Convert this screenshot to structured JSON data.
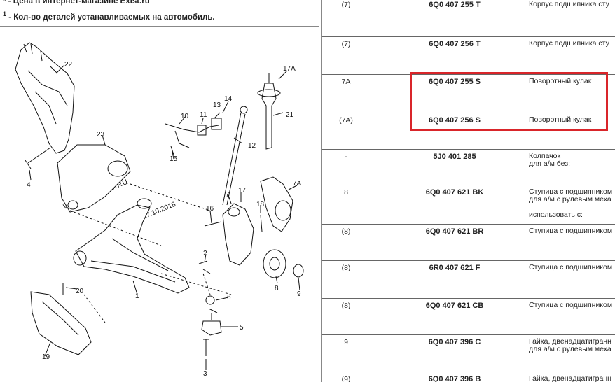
{
  "notes": {
    "price_mark": "*",
    "price_text": " - Цена в интернет-магазине Exist.ru",
    "qty_mark": "1",
    "qty_text": " - Кол-во деталей устанавливаемых на автомобиль."
  },
  "diagram": {
    "watermark": "WWW.ELCATS.RU",
    "date": "27.10.2018",
    "callouts": [
      "22",
      "17A",
      "14",
      "13",
      "11",
      "10",
      "21",
      "23",
      "12",
      "15",
      "4",
      "7A",
      "7",
      "17",
      "16",
      "18",
      "2",
      "8",
      "9",
      "1",
      "20",
      "6",
      "5",
      "19",
      "3"
    ]
  },
  "parts": [
    {
      "pos": "(7)",
      "number": "6Q0 407 255 T",
      "desc": [
        "Корпус подшипника сту"
      ]
    },
    {
      "pos": "(7)",
      "number": "6Q0 407 256 T",
      "desc": [
        "Корпус подшипника сту"
      ]
    },
    {
      "pos": "7A",
      "number": "6Q0 407 255 S",
      "desc": [
        "Поворотный кулак"
      ]
    },
    {
      "pos": "(7A)",
      "number": "6Q0 407 256 S",
      "desc": [
        "Поворотный кулак"
      ]
    },
    {
      "pos": "-",
      "number": "5J0 401 285",
      "desc": [
        "Колпачок",
        "для а/м без:"
      ]
    },
    {
      "pos": "8",
      "number": "6Q0 407 621 BK",
      "desc": [
        "Ступица с подшипником",
        "для а/м с рулевым меха",
        "",
        "использовать с:"
      ]
    },
    {
      "pos": "(8)",
      "number": "6Q0 407 621 BR",
      "desc": [
        "Ступица с подшипником"
      ]
    },
    {
      "pos": "(8)",
      "number": "6R0 407 621 F",
      "desc": [
        "Ступица с подшипником"
      ]
    },
    {
      "pos": "(8)",
      "number": "6Q0 407 621 CB",
      "desc": [
        "Ступица с подшипником"
      ]
    },
    {
      "pos": "9",
      "number": "6Q0 407 396 C",
      "desc": [
        "Гайка, двенадцатигранн",
        "для а/м с рулевым меха"
      ]
    },
    {
      "pos": "(9)",
      "number": "6Q0 407 396 B",
      "desc": [
        "Гайка, двенадцатигранн"
      ]
    }
  ],
  "colors": {
    "highlight": "#d9252a"
  }
}
